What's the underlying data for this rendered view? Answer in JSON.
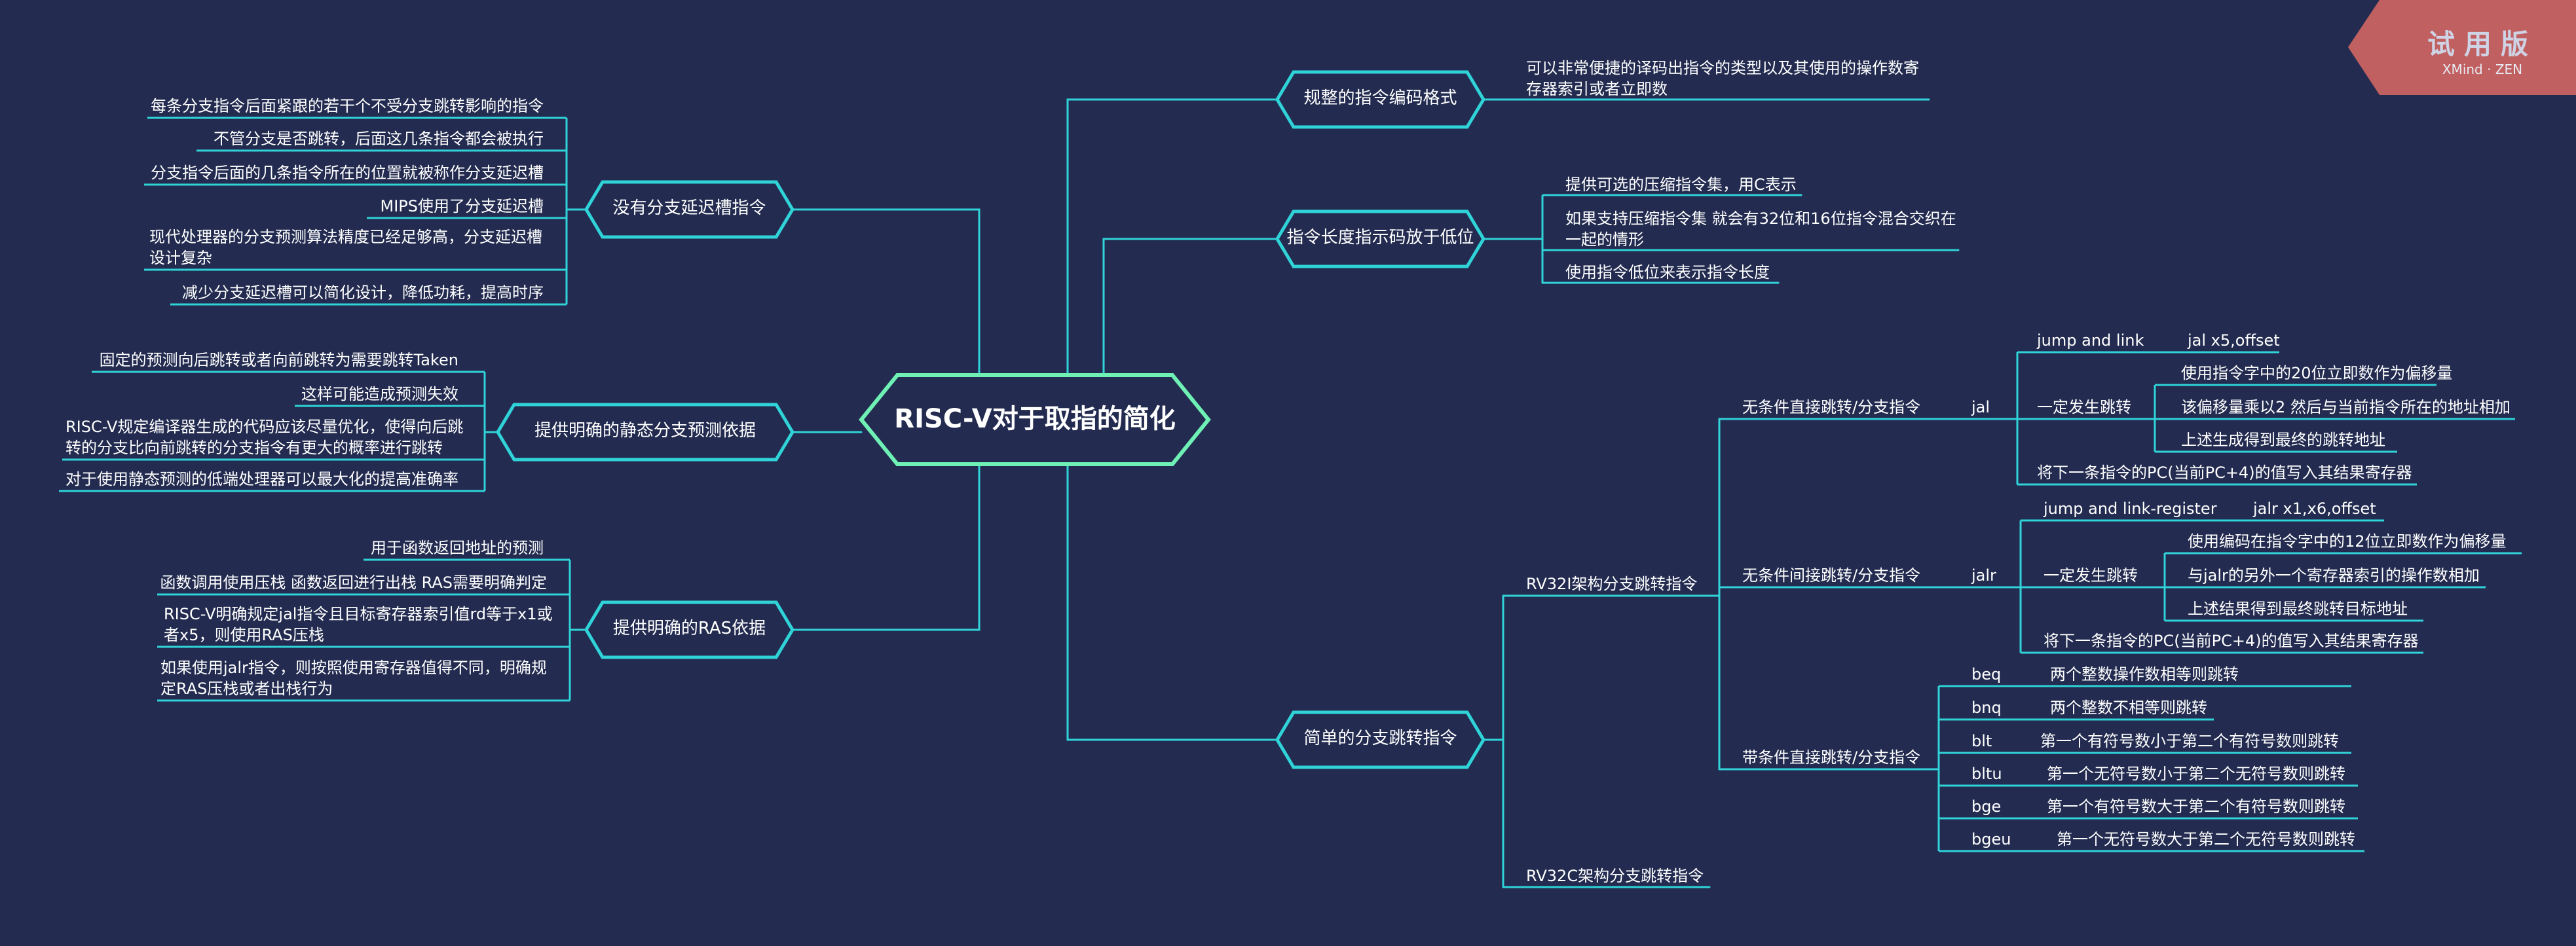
{
  "watermark": {
    "title": "试用版",
    "subtitle": "XMind · ZEN"
  },
  "central": "RISC-V对于取指的简化",
  "topics": {
    "format": "规整的指令编码格式",
    "length": "指令长度指示码放于低位",
    "simple_branch": "简单的分支跳转指令",
    "no_delay": "没有分支延迟槽指令",
    "static_pred": "提供明确的静态分支预测依据",
    "ras": "提供明确的RAS依据"
  },
  "format_note": "可以非常便捷的译码出指令的类型以及其使用的操作数寄存器索引或者立即数",
  "length_notes": [
    "提供可选的压缩指令集，用C表示",
    "如果支持压缩指令集 就会有32位和16位指令混合交织在一起的情形",
    "使用指令低位来表示指令长度"
  ],
  "no_delay_notes": [
    "每条分支指令后面紧跟的若干个不受分支跳转影响的指令",
    "不管分支是否跳转，后面这几条指令都会被执行",
    "分支指令后面的几条指令所在的位置就被称作分支延迟槽",
    "MIPS使用了分支延迟槽",
    "现代处理器的分支预测算法精度已经足够高，分支延迟槽设计复杂",
    "减少分支延迟槽可以简化设计，降低功耗，提高时序"
  ],
  "static_notes": [
    "固定的预测向后跳转或者向前跳转为需要跳转Taken",
    "这样可能造成预测失效",
    "RISC-V规定编译器生成的代码应该尽量优化，使得向后跳转的分支比向前跳转的分支指令有更大的概率进行跳转",
    "对于使用静态预测的低端处理器可以最大化的提高准确率"
  ],
  "ras_notes": [
    "用于函数返回地址的预测",
    "函数调用使用压栈 函数返回进行出栈 RAS需要明确判定",
    "RISC-V明确规定jal指令且目标寄存器索引值rd等于x1或者x5，则使用RAS压栈",
    "如果使用jalr指令，则按照使用寄存器值得不同，明确规定RAS压栈或者出栈行为"
  ],
  "rv32i": "RV32I架构分支跳转指令",
  "rv32c": "RV32C架构分支跳转指令",
  "uncond_direct": "无条件直接跳转/分支指令",
  "uncond_indirect": "无条件间接跳转/分支指令",
  "cond_direct": "带条件直接跳转/分支指令",
  "jal": {
    "name": "jal",
    "link": "jump and link",
    "link_ex": "jal x5,offset",
    "always": "一定发生跳转",
    "steps": [
      "使用指令字中的20位立即数作为偏移量",
      "该偏移量乘以2 然后与当前指令所在的地址相加",
      "上述生成得到最终的跳转地址"
    ],
    "writeback": "将下一条指令的PC(当前PC+4)的值写入其结果寄存器"
  },
  "jalr": {
    "name": "jalr",
    "link": "jump and link-register",
    "link_ex": "jalr x1,x6,offset",
    "always": "一定发生跳转",
    "steps": [
      "使用编码在指令字中的12位立即数作为偏移量",
      "与jalr的另外一个寄存器索引的操作数相加",
      "上述结果得到最终跳转目标地址"
    ],
    "writeback": "将下一条指令的PC(当前PC+4)的值写入其结果寄存器"
  },
  "branches": [
    {
      "op": "beq",
      "desc": "两个整数操作数相等则跳转"
    },
    {
      "op": "bnq",
      "desc": "两个整数不相等则跳转"
    },
    {
      "op": "blt",
      "desc": "第一个有符号数小于第二个有符号数则跳转"
    },
    {
      "op": "bltu",
      "desc": "第一个无符号数小于第二个无符号数则跳转"
    },
    {
      "op": "bge",
      "desc": "第一个有符号数大于第二个有符号数则跳转"
    },
    {
      "op": "bgeu",
      "desc": "第一个无符号数大于第二个无符号数则跳转"
    }
  ],
  "colors": {
    "background": "#232c50",
    "line": "#2fd3d8",
    "central_border": "#6ff0b4",
    "watermark": "#c06060"
  }
}
